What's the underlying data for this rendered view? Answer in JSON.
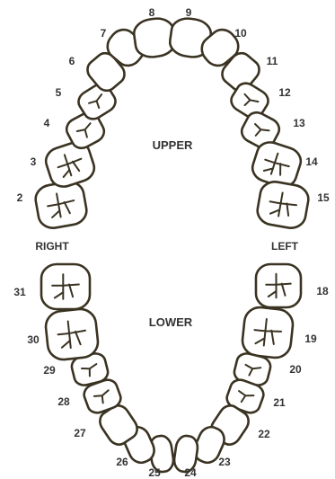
{
  "labels": {
    "upper": "UPPER",
    "lower": "LOWER",
    "right": "RIGHT",
    "left": "LEFT"
  },
  "teeth": [
    {
      "number": "2",
      "type": "molar"
    },
    {
      "number": "3",
      "type": "molar"
    },
    {
      "number": "4",
      "type": "premolar"
    },
    {
      "number": "5",
      "type": "premolar"
    },
    {
      "number": "6",
      "type": "canine"
    },
    {
      "number": "7",
      "type": "incisor"
    },
    {
      "number": "8",
      "type": "incisor"
    },
    {
      "number": "9",
      "type": "incisor"
    },
    {
      "number": "10",
      "type": "incisor"
    },
    {
      "number": "11",
      "type": "canine"
    },
    {
      "number": "12",
      "type": "premolar"
    },
    {
      "number": "13",
      "type": "premolar"
    },
    {
      "number": "14",
      "type": "molar"
    },
    {
      "number": "15",
      "type": "molar"
    },
    {
      "number": "18",
      "type": "molar"
    },
    {
      "number": "19",
      "type": "molar"
    },
    {
      "number": "20",
      "type": "premolar"
    },
    {
      "number": "21",
      "type": "premolar"
    },
    {
      "number": "22",
      "type": "canine"
    },
    {
      "number": "23",
      "type": "incisor"
    },
    {
      "number": "24",
      "type": "incisor"
    },
    {
      "number": "25",
      "type": "incisor"
    },
    {
      "number": "26",
      "type": "incisor"
    },
    {
      "number": "27",
      "type": "canine"
    },
    {
      "number": "28",
      "type": "premolar"
    },
    {
      "number": "29",
      "type": "premolar"
    },
    {
      "number": "30",
      "type": "molar"
    },
    {
      "number": "31",
      "type": "molar"
    }
  ],
  "colors": {
    "outline": "#3a3322",
    "text": "#333333",
    "background": "#ffffff"
  }
}
